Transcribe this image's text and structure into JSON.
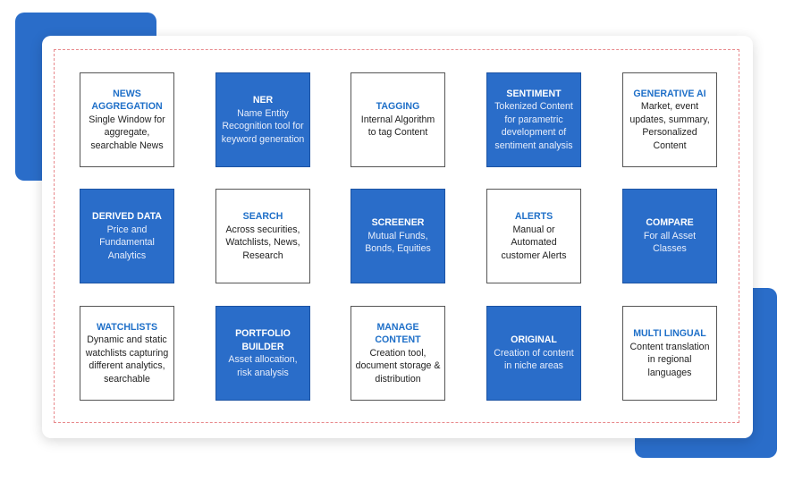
{
  "colors": {
    "accent": "#2a6dc9",
    "white_title": "#1e6fc8",
    "dashed_border": "#e8898c"
  },
  "tiles": [
    {
      "title": "NEWS\nAGGREGATION",
      "desc": "Single Window for\naggregate,\nsearchable News",
      "style": "white"
    },
    {
      "title": "NER",
      "desc": "Name Entity\nRecognition tool for\nkeyword generation",
      "style": "blue"
    },
    {
      "title": "TAGGING",
      "desc": "Internal Algorithm\nto tag Content",
      "style": "white"
    },
    {
      "title": "SENTIMENT",
      "desc": "Tokenized Content\nfor parametric\ndevelopment of\nsentiment analysis",
      "style": "blue"
    },
    {
      "title": "GENERATIVE AI",
      "desc": "Market, event\nupdates, summary,\nPersonalized\nContent",
      "style": "white"
    },
    {
      "title": "DERIVED DATA",
      "desc": "Price and\nFundamental\nAnalytics",
      "style": "blue"
    },
    {
      "title": "SEARCH",
      "desc": "Across securities,\nWatchlists, News,\nResearch",
      "style": "white"
    },
    {
      "title": "SCREENER",
      "desc": "Mutual Funds,\nBonds, Equities",
      "style": "blue"
    },
    {
      "title": "ALERTS",
      "desc": "Manual or\nAutomated\ncustomer Alerts",
      "style": "white"
    },
    {
      "title": "COMPARE",
      "desc": "For all Asset\nClasses",
      "style": "blue"
    },
    {
      "title": "WATCHLISTS",
      "desc": "Dynamic and static\nwatchlists capturing\ndifferent analytics,\nsearchable",
      "style": "white"
    },
    {
      "title": "PORTFOLIO\nBUILDER",
      "desc": "Asset allocation,\nrisk analysis",
      "style": "blue"
    },
    {
      "title": "MANAGE\nCONTENT",
      "desc": "Creation tool,\ndocument storage &\ndistribution",
      "style": "white"
    },
    {
      "title": "ORIGINAL",
      "desc": "Creation of content\nin niche areas",
      "style": "blue"
    },
    {
      "title": "MULTI LINGUAL",
      "desc": "Content translation\nin regional\nlanguages",
      "style": "white"
    }
  ]
}
